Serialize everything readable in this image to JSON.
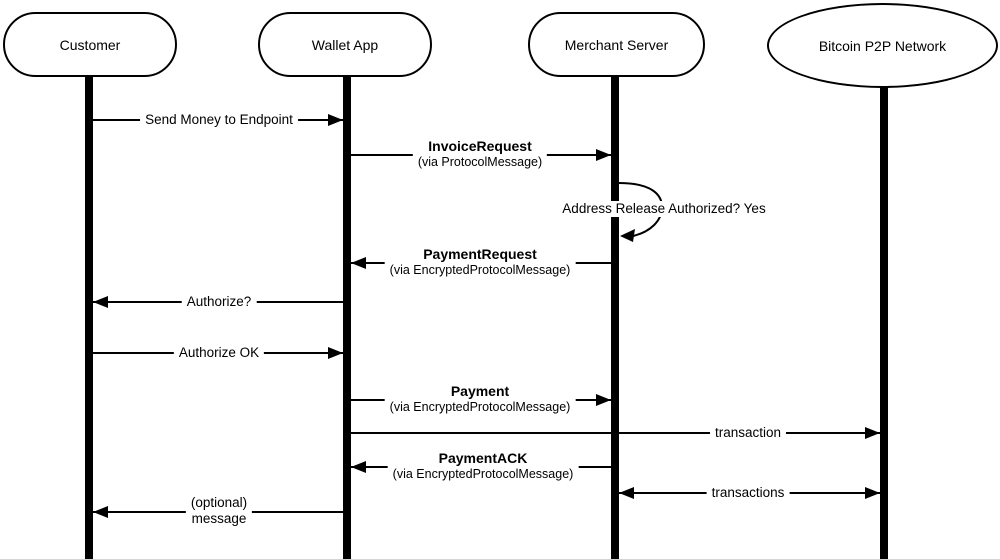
{
  "diagram": {
    "type": "uml-sequence-diagram",
    "colors": {
      "stroke": "#000000",
      "background": "#ffffff"
    },
    "actors": [
      {
        "name": "Customer",
        "shape": "stadium"
      },
      {
        "name": "Wallet App",
        "shape": "stadium"
      },
      {
        "name": "Merchant Server",
        "shape": "stadium"
      },
      {
        "name": "Bitcoin P2P Network",
        "shape": "ellipse"
      }
    ],
    "messages": [
      {
        "label": "Send Money to Endpoint",
        "from": "Customer",
        "to": "Wallet App"
      },
      {
        "name": "InvoiceRequest",
        "via": "(via ProtocolMessage)",
        "from": "Wallet App",
        "to": "Merchant Server"
      },
      {
        "label": "Address Release Authorized? Yes",
        "from": "Merchant Server",
        "to": "Merchant Server",
        "kind": "self-loop"
      },
      {
        "name": "PaymentRequest",
        "via": "(via EncryptedProtocolMessage)",
        "from": "Merchant Server",
        "to": "Wallet App"
      },
      {
        "label": "Authorize?",
        "from": "Wallet App",
        "to": "Customer"
      },
      {
        "label": "Authorize OK",
        "from": "Customer",
        "to": "Wallet App"
      },
      {
        "name": "Payment",
        "via": "(via EncryptedProtocolMessage)",
        "from": "Wallet App",
        "to": "Merchant Server"
      },
      {
        "label": "transaction",
        "from": "Wallet App",
        "to": "Bitcoin P2P Network"
      },
      {
        "name": "PaymentACK",
        "via": "(via EncryptedProtocolMessage)",
        "from": "Merchant Server",
        "to": "Wallet App"
      },
      {
        "label": "transactions",
        "from": "Merchant Server",
        "to": "Bitcoin P2P Network",
        "bidirectional": true
      },
      {
        "label_line1": "(optional)",
        "label_line2": "message",
        "from": "Wallet App",
        "to": "Customer"
      }
    ]
  }
}
